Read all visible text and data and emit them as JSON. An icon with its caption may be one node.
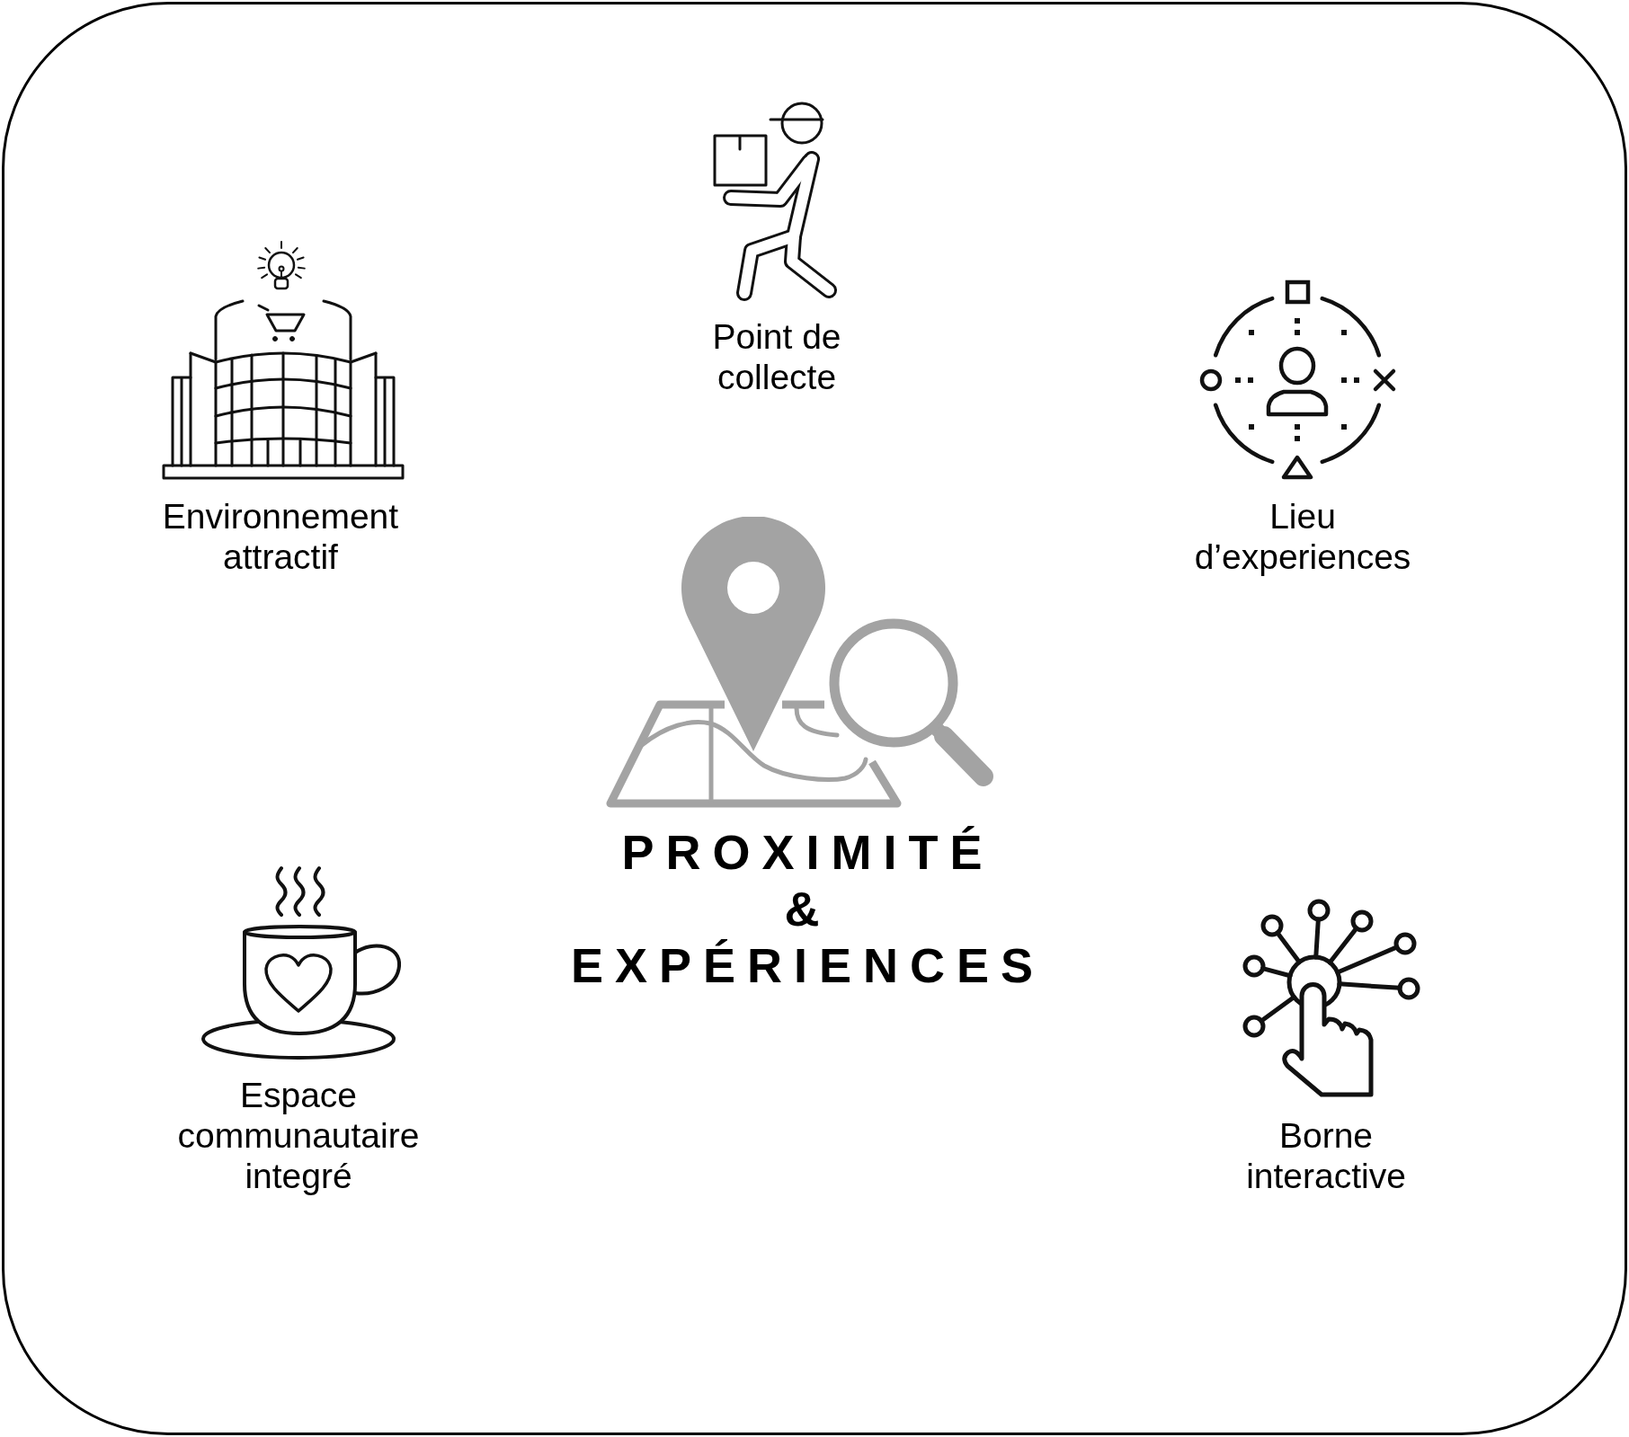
{
  "diagram": {
    "title": "PROXIMITÉ & EXPÉRIENCES",
    "labels": [
      "Point de collecte",
      "Environnement attractif",
      "Lieu d’experiences",
      "Espace communautaire integré",
      "Borne interactive"
    ]
  }
}
